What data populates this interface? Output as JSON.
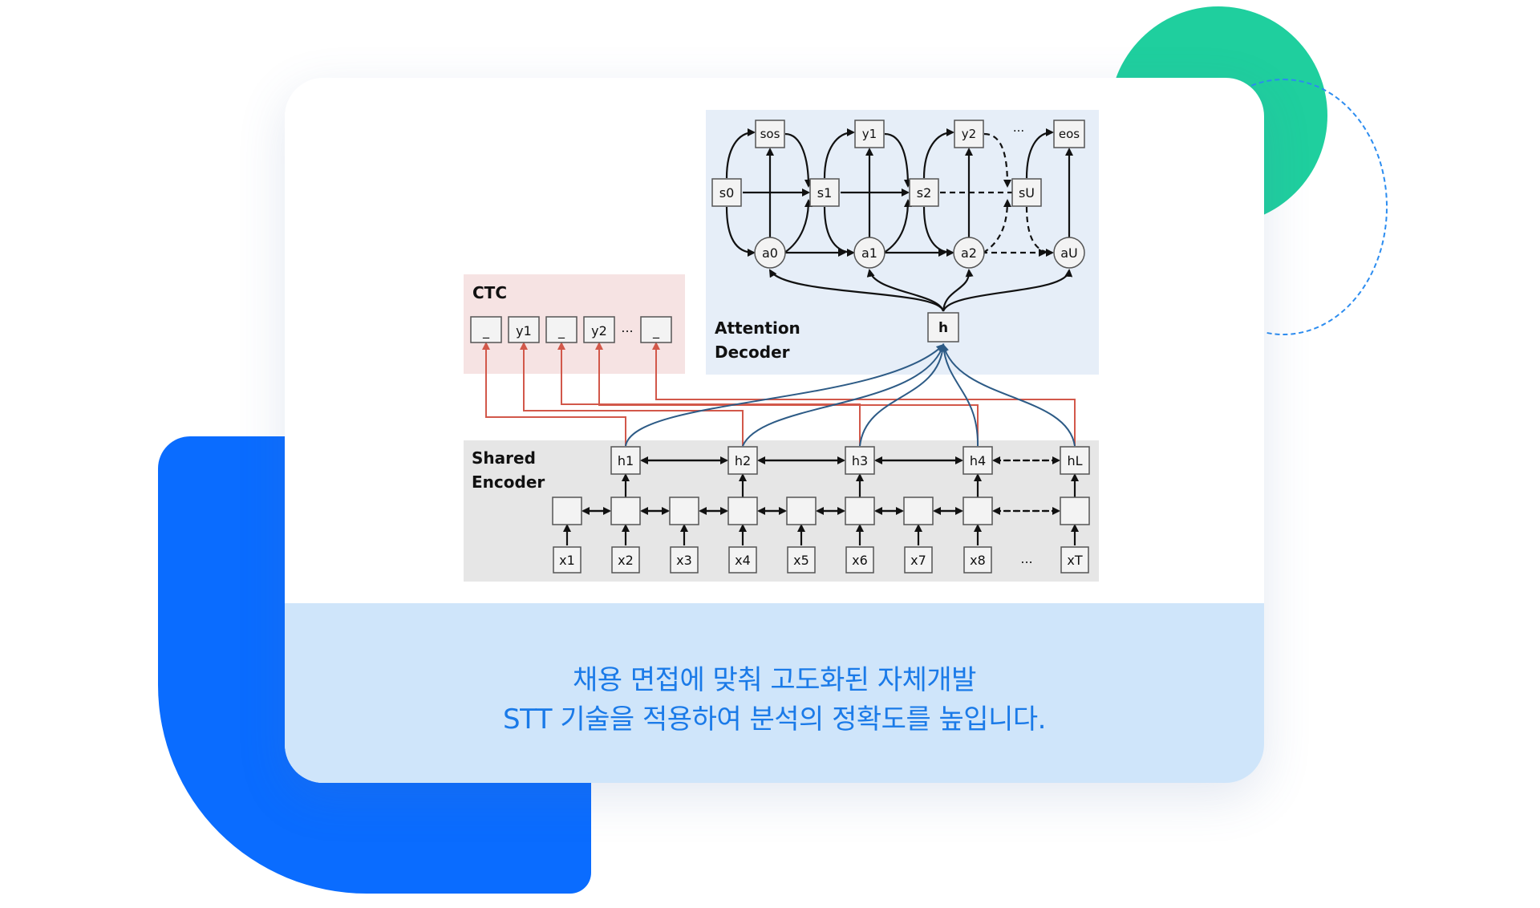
{
  "diagram": {
    "ctc": {
      "title": "CTC",
      "labels": [
        "_",
        "y1",
        "_",
        "y2",
        "...",
        "_"
      ]
    },
    "attention_decoder": {
      "title_line1": "Attention",
      "title_line2": "Decoder",
      "outputs": [
        "sos",
        "y1",
        "y2",
        "...",
        "eos"
      ],
      "states": [
        "s0",
        "s1",
        "s2",
        "sU"
      ],
      "attention": [
        "a0",
        "a1",
        "a2",
        "aU"
      ],
      "context": "h"
    },
    "shared_encoder": {
      "title_line1": "Shared",
      "title_line2": "Encoder",
      "hidden": [
        "h1",
        "h2",
        "h3",
        "h4",
        "hL"
      ],
      "inputs": [
        "x1",
        "x2",
        "x3",
        "x4",
        "x5",
        "x6",
        "x7",
        "x8",
        "...",
        "xT"
      ]
    }
  },
  "caption": {
    "line1": "채용 면접에 맞춰 고도화된 자체개발",
    "line2": "STT 기술을 적용하여 분석의 정확도를 높입니다."
  },
  "colors": {
    "accent_blue": "#0a6cff",
    "accent_green": "#1fcf9e",
    "caption_text": "#1a7ae8",
    "caption_band": "#cfe5fa",
    "ctc_panel": "#f6e3e3",
    "attention_panel": "#e6eef8",
    "encoder_panel": "#e6e6e6",
    "ctc_arrow": "#d2584a",
    "encoder_to_h_arrow": "#2d5b86"
  }
}
